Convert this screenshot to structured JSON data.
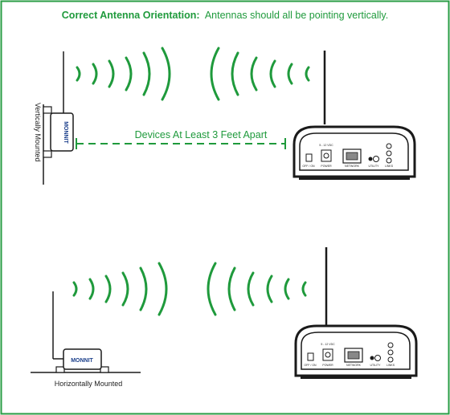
{
  "header": {
    "title_bold": "Correct Antenna Orientation:",
    "title_rest": "Antennas should all be pointing vertically."
  },
  "labels": {
    "distance": "Devices At Least 3 Feet Apart",
    "vertically_mounted": "Vertically Mounted",
    "horizontally_mounted": "Horizontally Mounted"
  },
  "sensor": {
    "brand": "MONNIT"
  },
  "gateway": {
    "port_labels": {
      "power_switch": "OFF / ON",
      "dc_in": "5 - 12 VDC",
      "power": "POWER",
      "network": "NETWORK",
      "utility": "UTILITY",
      "links": "LINKS"
    }
  },
  "colors": {
    "accent_green": "#1f9a3c",
    "border_green": "#2a9d45",
    "outline": "#1a1a1a"
  },
  "icons": [
    "signal-wave-icon",
    "antenna-icon",
    "dashed-distance-line-icon"
  ]
}
